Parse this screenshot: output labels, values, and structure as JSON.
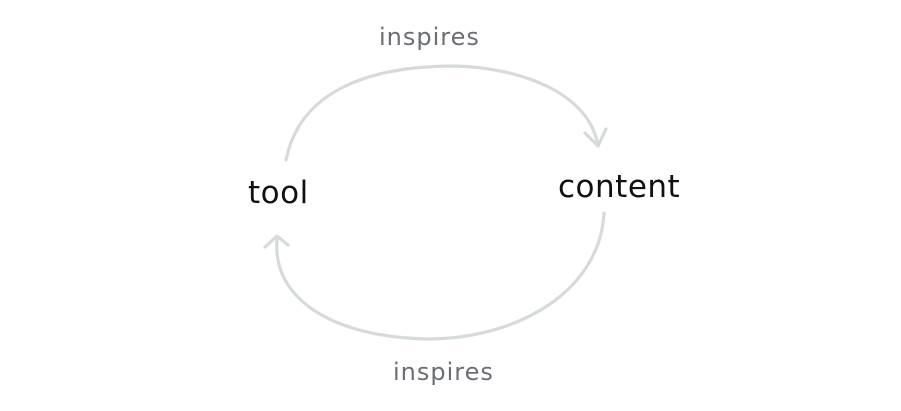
{
  "diagram": {
    "nodes": {
      "tool": "tool",
      "content": "content"
    },
    "edges": [
      {
        "from": "tool",
        "to": "content",
        "label": "inspires"
      },
      {
        "from": "content",
        "to": "tool",
        "label": "inspires"
      }
    ]
  },
  "colors": {
    "node_text": "#111111",
    "edge_text": "#6b6e75",
    "arrow": "#d5dbda"
  }
}
